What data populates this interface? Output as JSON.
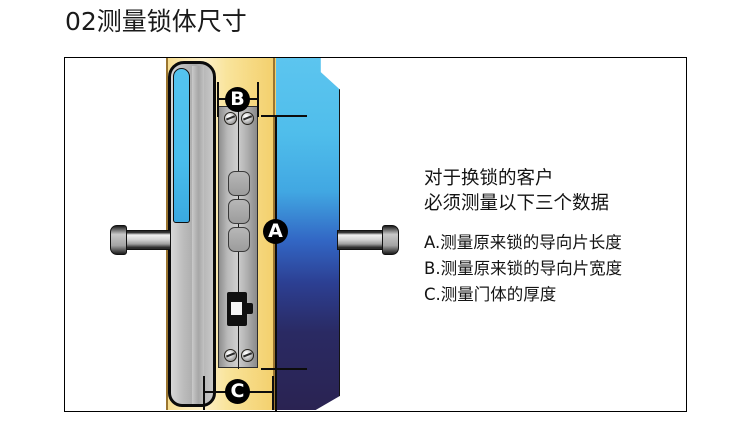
{
  "page": {
    "title": "02测量锁体尺寸"
  },
  "illustration": {
    "markers": [
      {
        "id": "A",
        "label": "A"
      },
      {
        "id": "B",
        "label": "B"
      },
      {
        "id": "C",
        "label": "C"
      }
    ]
  },
  "instructions": {
    "heading_lines": [
      "对于换锁的客户",
      "必须测量以下三个数据"
    ],
    "items": [
      "A.测量原来锁的导向片长度",
      "B.测量原来锁的导向片宽度",
      "C.测量门体的厚度"
    ]
  },
  "colors": {
    "background": "#ffffff",
    "frame_border": "#000000",
    "door_panel_yellow": "#f9e4a0",
    "door_edge_blue_top": "#5cc5ef",
    "door_edge_blue_bottom": "#2a2352",
    "metal_grey": "#b9b9b9",
    "marker_fill": "#000000",
    "marker_text": "#ffffff",
    "text": "#141414"
  }
}
